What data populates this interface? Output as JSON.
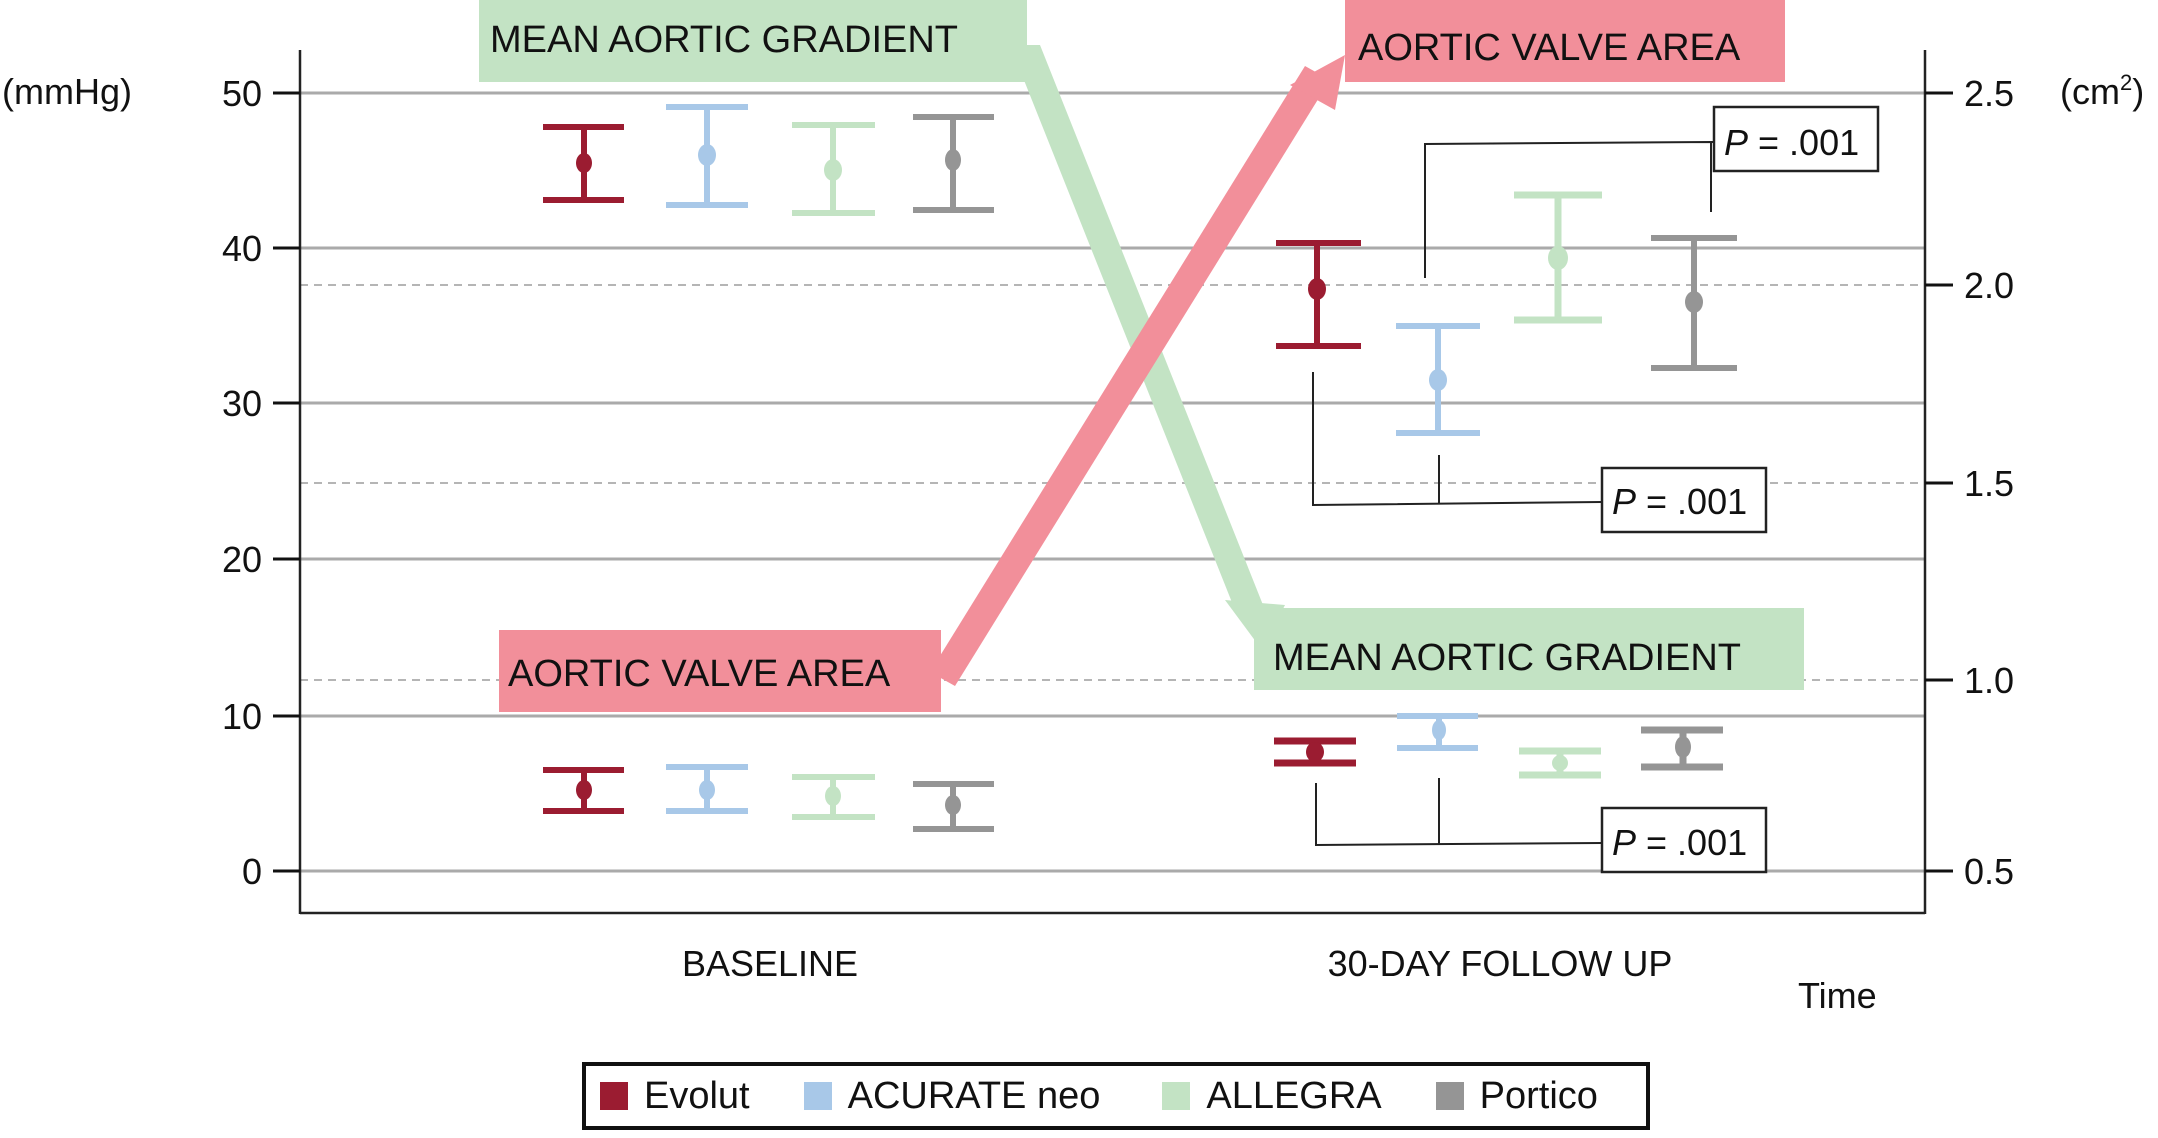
{
  "chart_data": {
    "type": "errorbar",
    "title": "",
    "xlabel": "Time",
    "categories": [
      "BASELINE",
      "30-DAY FOLLOW UP"
    ],
    "left_axis": {
      "label": "(mmHg)",
      "ticks": [
        0,
        10,
        20,
        30,
        40,
        50
      ],
      "ylim": [
        -2.8,
        55
      ]
    },
    "right_axis": {
      "label": "(cm2)",
      "ticks": [
        "0.5",
        "1.0",
        "1.5",
        "2.0",
        "2.5"
      ],
      "ylim": [
        0.42,
        2.6
      ]
    },
    "grid": true,
    "legend_position": "bottom",
    "series": [
      {
        "name": "Evolut",
        "color": "#9b1c31",
        "mean_aortic_gradient": [
          {
            "mean": 45.5,
            "low": 43.2,
            "high": 47.8
          },
          {
            "mean": 7.7,
            "low": 6.9,
            "high": 8.4
          }
        ],
        "aortic_valve_area": [
          {
            "mean": 0.71,
            "low": 0.66,
            "high": 0.77
          },
          {
            "mean": 1.99,
            "low": 1.83,
            "high": 2.15
          }
        ]
      },
      {
        "name": "ACURATE neo",
        "color": "#a8c8e8",
        "mean_aortic_gradient": [
          {
            "mean": 46.0,
            "low": 42.8,
            "high": 49.2
          },
          {
            "mean": 9.1,
            "low": 8.0,
            "high": 10.1
          }
        ],
        "aortic_valve_area": [
          {
            "mean": 0.71,
            "low": 0.66,
            "high": 0.77
          },
          {
            "mean": 1.76,
            "low": 1.64,
            "high": 1.92
          }
        ]
      },
      {
        "name": "ALLEGRA",
        "color": "#c3e3c4",
        "mean_aortic_gradient": [
          {
            "mean": 45.0,
            "low": 42.3,
            "high": 47.9
          },
          {
            "mean": 7.0,
            "low": 6.3,
            "high": 7.8
          }
        ],
        "aortic_valve_area": [
          {
            "mean": 0.7,
            "low": 0.64,
            "high": 0.75
          },
          {
            "mean": 2.07,
            "low": 1.92,
            "high": 2.24
          }
        ]
      },
      {
        "name": "Portico",
        "color": "#959595",
        "mean_aortic_gradient": [
          {
            "mean": 45.7,
            "low": 42.5,
            "high": 48.5
          },
          {
            "mean": 8.0,
            "low": 6.8,
            "high": 9.1
          }
        ],
        "aortic_valve_area": [
          {
            "mean": 0.67,
            "low": 0.61,
            "high": 0.73
          },
          {
            "mean": 1.96,
            "low": 1.78,
            "high": 2.12
          }
        ]
      }
    ],
    "annotations": [
      {
        "text": "MEAN AORTIC GRADIENT",
        "position": "baseline-top",
        "color": "#c3e3c4"
      },
      {
        "text": "MEAN AORTIC GRADIENT",
        "position": "followup-bottom",
        "color": "#c3e3c4"
      },
      {
        "text": "AORTIC VALVE AREA",
        "position": "baseline-bottom",
        "color": "#f28f9a"
      },
      {
        "text": "AORTIC VALVE AREA",
        "position": "followup-top",
        "color": "#f28f9a"
      },
      {
        "text": "P = .001",
        "compares": "ACURATE neo vs Portico (AVA)"
      },
      {
        "text": "P = .001",
        "compares": "Evolut vs ACURATE neo (AVA)"
      },
      {
        "text": "P = .001",
        "compares": "Evolut vs ACURATE neo (gradient)"
      }
    ]
  },
  "labels": {
    "left_unit": "(mmHg)",
    "right_unit_base": "(cm",
    "right_unit_sup": "2",
    "right_unit_close": ")",
    "x_baseline": "BASELINE",
    "x_followup": "30-DAY FOLLOW UP",
    "x_axis_title": "Time",
    "gradient_label": "MEAN AORTIC GRADIENT",
    "ava_label": "AORTIC VALVE AREA",
    "p_prefix": "P",
    "p_value": " = .001",
    "left_ticks": [
      "50",
      "40",
      "30",
      "20",
      "10",
      "0"
    ],
    "right_ticks": [
      "2.5",
      "2.0",
      "1.5",
      "1.0",
      "0.5"
    ]
  },
  "legend": {
    "items": [
      {
        "label": "Evolut",
        "color": "#9b1c31"
      },
      {
        "label": "ACURATE neo",
        "color": "#a8c8e8"
      },
      {
        "label": "ALLEGRA",
        "color": "#c3e3c4"
      },
      {
        "label": "Portico",
        "color": "#959595"
      }
    ]
  }
}
